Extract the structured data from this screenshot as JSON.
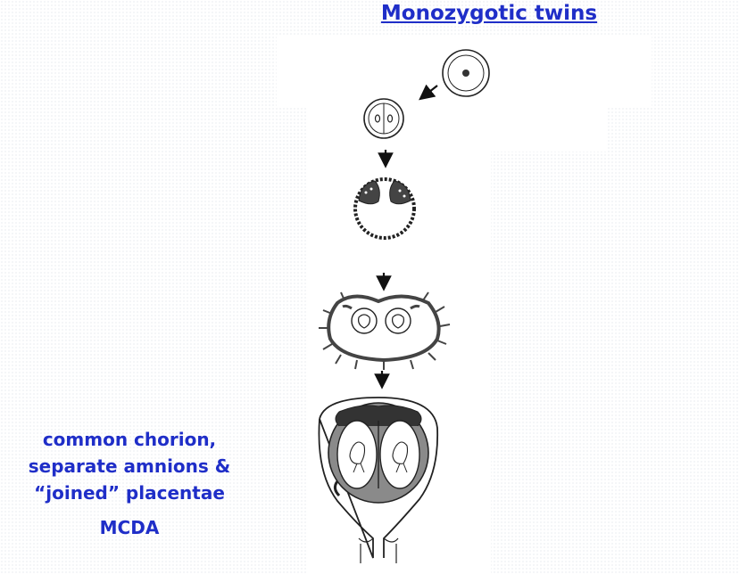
{
  "title": "Monozygotic twins",
  "caption_lines": [
    "common chorion,",
    "separate amnions &",
    "“joined” placentae"
  ],
  "abbreviation": "MCDA",
  "colors": {
    "text_blue": "#1f2ec8",
    "line": "#222222",
    "placenta_gray": "#8a8a8a"
  }
}
